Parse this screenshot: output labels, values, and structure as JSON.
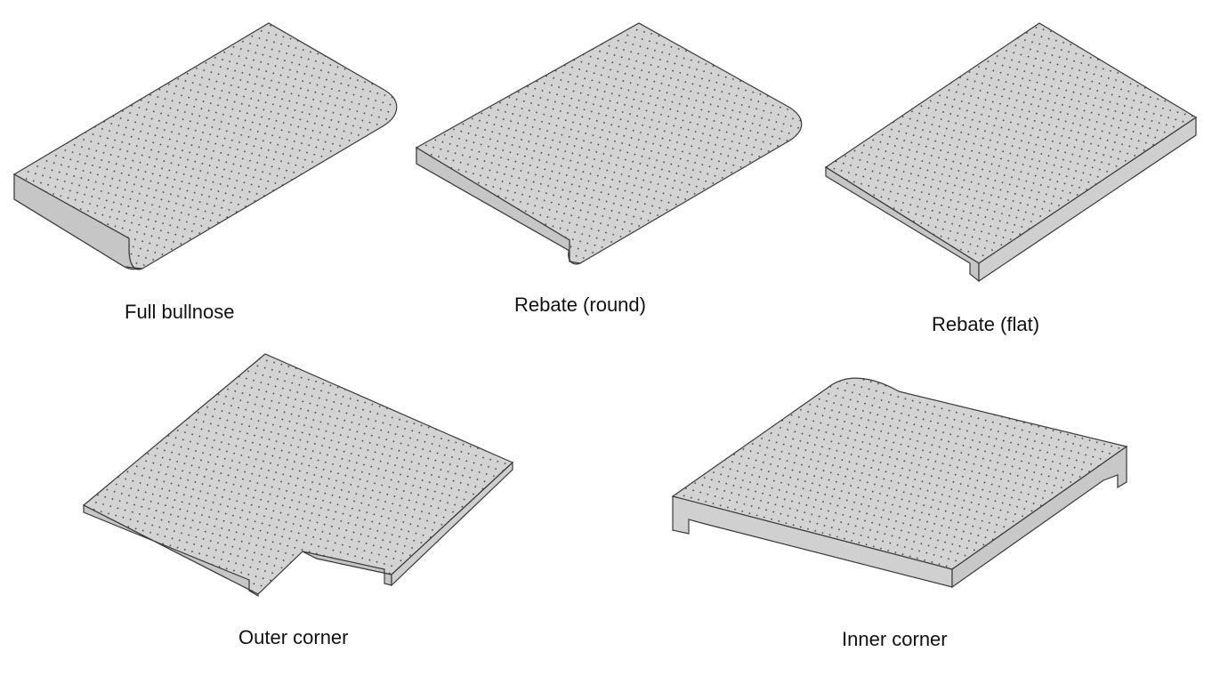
{
  "colors": {
    "top_face": "#d3d3d3",
    "side_face": "#c9c9c9",
    "front_face": "#dcdcdc",
    "outline": "#3a3a3a",
    "dots": "#3c3c3c",
    "background": "#ffffff"
  },
  "tiles": [
    {
      "id": "full-bullnose",
      "label": "Full bullnose"
    },
    {
      "id": "rebate-round",
      "label": "Rebate (round)"
    },
    {
      "id": "rebate-flat",
      "label": "Rebate (flat)"
    },
    {
      "id": "outer-corner",
      "label": "Outer corner"
    },
    {
      "id": "inner-corner",
      "label": "Inner corner"
    }
  ]
}
